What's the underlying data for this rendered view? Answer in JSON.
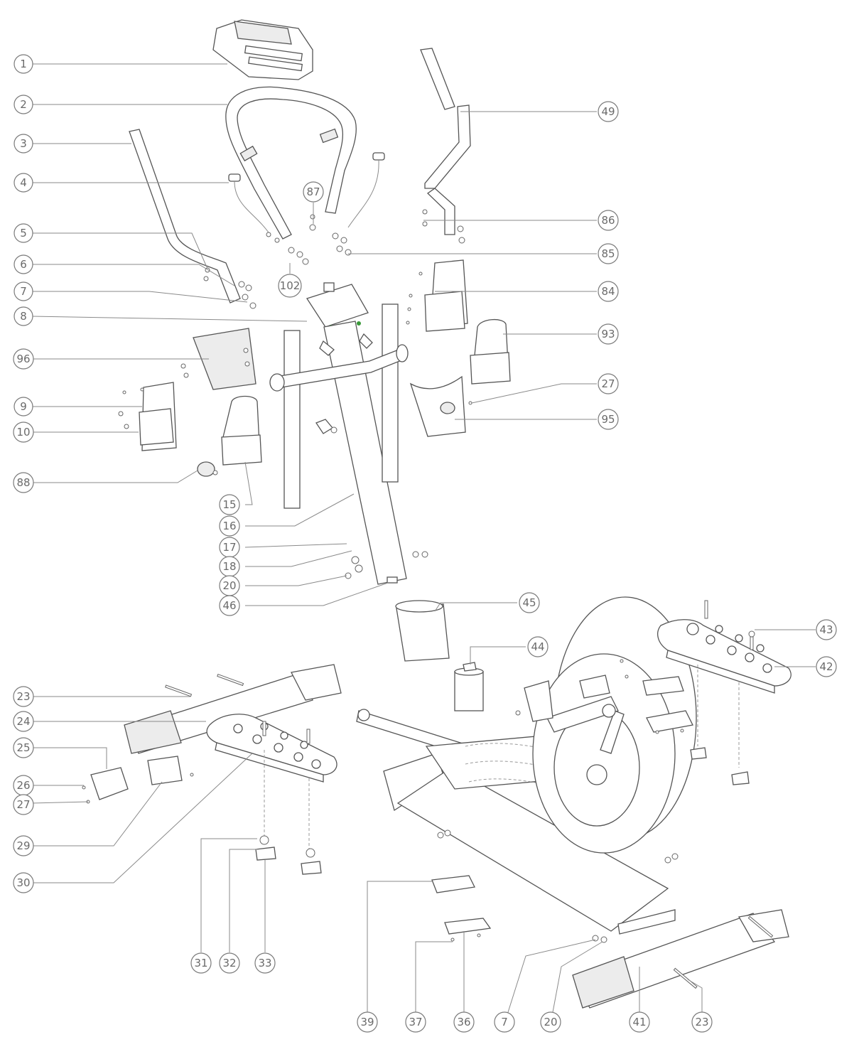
{
  "diagram": {
    "callouts": [
      {
        "label": "1"
      },
      {
        "label": "2"
      },
      {
        "label": "3"
      },
      {
        "label": "4"
      },
      {
        "label": "5"
      },
      {
        "label": "6"
      },
      {
        "label": "7"
      },
      {
        "label": "8"
      },
      {
        "label": "96"
      },
      {
        "label": "9"
      },
      {
        "label": "10"
      },
      {
        "label": "88"
      },
      {
        "label": "15"
      },
      {
        "label": "16"
      },
      {
        "label": "17"
      },
      {
        "label": "18"
      },
      {
        "label": "20"
      },
      {
        "label": "46"
      },
      {
        "label": "102"
      },
      {
        "label": "87"
      },
      {
        "label": "49"
      },
      {
        "label": "86"
      },
      {
        "label": "85"
      },
      {
        "label": "84"
      },
      {
        "label": "93"
      },
      {
        "label": "27"
      },
      {
        "label": "95"
      },
      {
        "label": "45"
      },
      {
        "label": "44"
      },
      {
        "label": "43"
      },
      {
        "label": "42"
      },
      {
        "label": "23"
      },
      {
        "label": "24"
      },
      {
        "label": "25"
      },
      {
        "label": "26"
      },
      {
        "label": "27"
      },
      {
        "label": "29"
      },
      {
        "label": "30"
      },
      {
        "label": "31"
      },
      {
        "label": "32"
      },
      {
        "label": "33"
      },
      {
        "label": "39"
      },
      {
        "label": "37"
      },
      {
        "label": "36"
      },
      {
        "label": "7"
      },
      {
        "label": "20"
      },
      {
        "label": "41"
      },
      {
        "label": "23"
      }
    ]
  }
}
